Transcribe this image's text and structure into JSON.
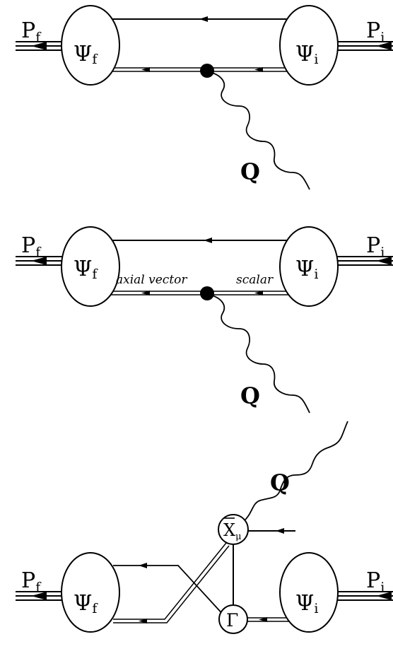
{
  "diagram_1": {
    "left_momentum": "P",
    "left_momentum_sub": "f",
    "left_wavefunction": "Ψ",
    "left_wavefunction_sub": "f",
    "right_momentum": "P",
    "right_momentum_sub": "i",
    "right_wavefunction": "Ψ",
    "right_wavefunction_sub": "i",
    "probe": "Q"
  },
  "diagram_2": {
    "left_momentum": "P",
    "left_momentum_sub": "f",
    "left_wavefunction": "Ψ",
    "left_wavefunction_sub": "f",
    "right_momentum": "P",
    "right_momentum_sub": "i",
    "right_wavefunction": "Ψ",
    "right_wavefunction_sub": "i",
    "left_segment_label": "axial vector",
    "right_segment_label": "scalar",
    "probe": "Q"
  },
  "diagram_3": {
    "left_momentum": "P",
    "left_momentum_sub": "f",
    "left_wavefunction": "Ψ",
    "left_wavefunction_sub": "f",
    "right_momentum": "P",
    "right_momentum_sub": "i",
    "right_wavefunction": "Ψ",
    "right_wavefunction_sub": "i",
    "upper_vertex": "X",
    "upper_vertex_sub": "μ",
    "lower_vertex": "Γ",
    "probe": "Q"
  }
}
